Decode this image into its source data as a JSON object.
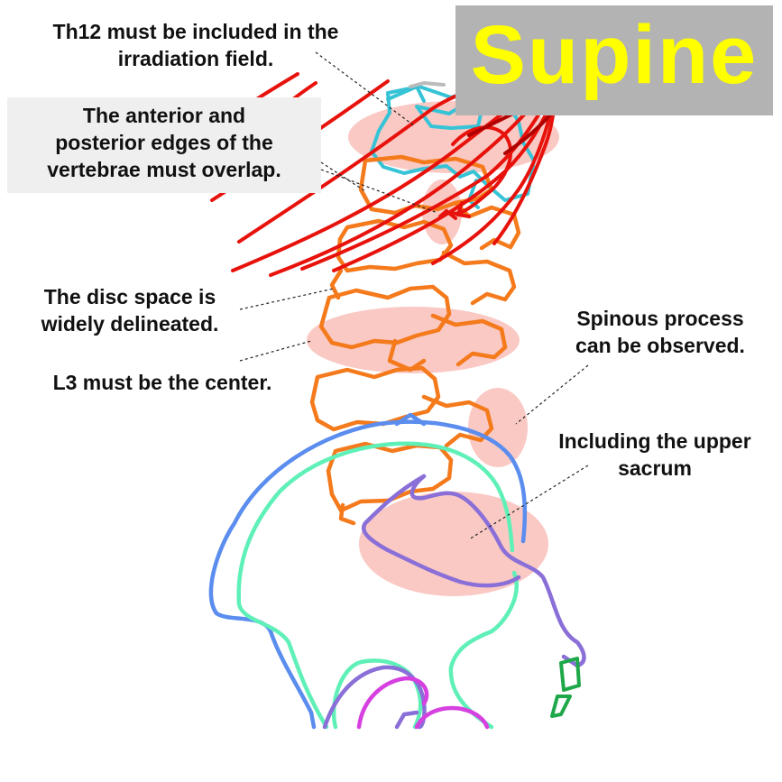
{
  "position_badge": {
    "text": "Supine",
    "background": "#b3b3b3",
    "text_color": "#ffff00"
  },
  "annotations": {
    "th12": {
      "lines": [
        "Th12 must be included in the",
        "irradiation field."
      ]
    },
    "edges": {
      "lines": [
        "The anterior and",
        "posterior edges of the",
        "vertebrae must overlap."
      ]
    },
    "disc": {
      "lines": [
        "The disc space is",
        "widely delineated."
      ]
    },
    "l3": {
      "lines": [
        "L3 must be the center."
      ]
    },
    "spinous": {
      "lines": [
        "Spinous process",
        "can be observed."
      ]
    },
    "sacrum": {
      "lines": [
        "Including the upper",
        "sacrum"
      ]
    }
  },
  "colors": {
    "ribs": "#e8120c",
    "ribs_dark": "#b00000",
    "th12": "#36c3d6",
    "lumbar": "#f47a1c",
    "iliac_outer": "#5b8def",
    "iliac_inner": "#5ff0b8",
    "sacrum": "#8a6fd8",
    "coccyx": "#1fa84a",
    "femoral": "#d640e0",
    "highlight": "#f7a8a0"
  }
}
